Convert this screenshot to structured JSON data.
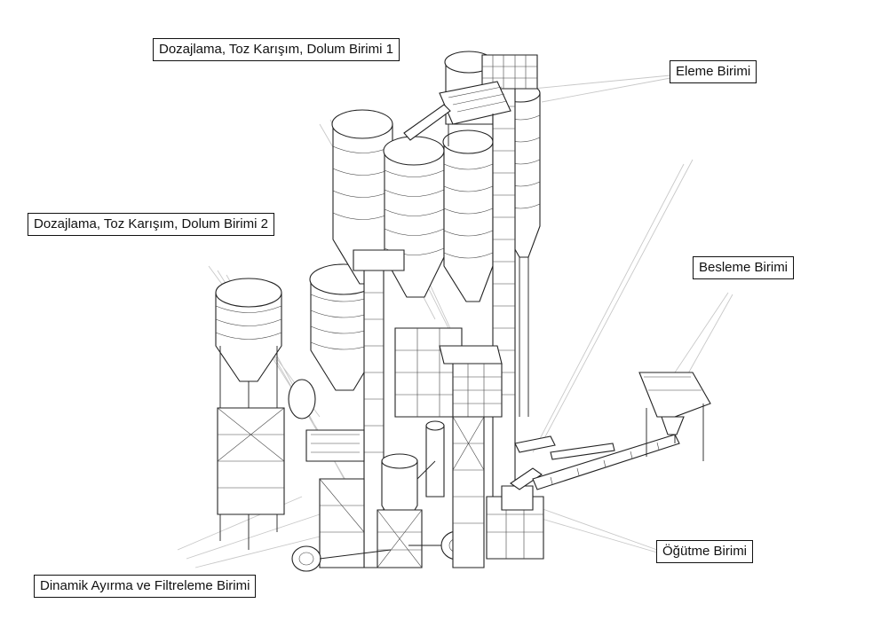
{
  "labels": {
    "dosing_unit_1": "Dozajlama, Toz Karışım, Dolum Birimi 1",
    "dosing_unit_2": "Dozajlama, Toz Karışım, Dolum Birimi 2",
    "sieving_unit": "Eleme Birimi",
    "feeding_unit": "Besleme Birimi",
    "grinding_unit": "Öğütme Birimi",
    "separation_filter_unit": "Dinamik Ayırma ve Filtreleme Birimi"
  },
  "colors": {
    "line": "#222222",
    "leader": "#c8c8c8",
    "background": "#ffffff"
  }
}
